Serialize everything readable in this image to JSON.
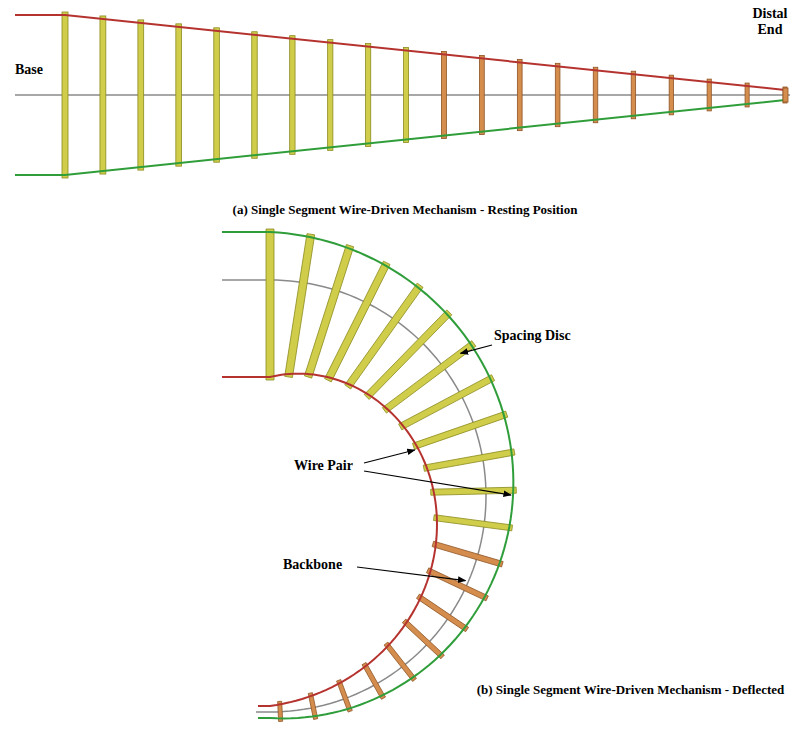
{
  "diagram": {
    "labels": [
      "Base",
      "Distal End",
      "(a) Single Segment Wire-Driven Mechanism - Resting Position",
      "Spacing Disc",
      "Wire Pair",
      "Backbone",
      "(b) Single Segment Wire-Driven Mechanism - Deflected"
    ]
  }
}
